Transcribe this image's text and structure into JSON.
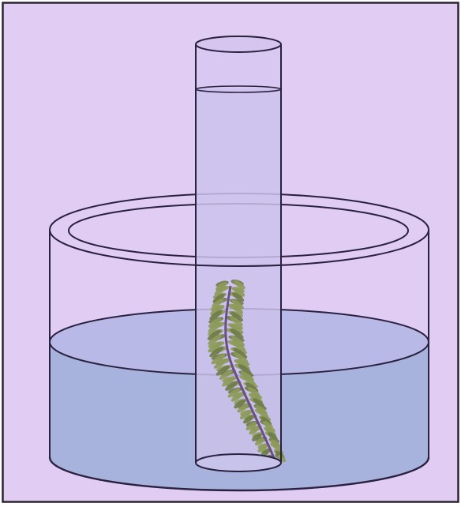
{
  "diagram": {
    "subject": "aquatic-plant-in-inverted-test-tube-in-water-container",
    "components": [
      "outer-frame",
      "beaker",
      "beaker-water",
      "test-tube",
      "trapped-gas",
      "tube-water",
      "waterweed-plant"
    ],
    "colors": {
      "background": "#e1cdf3",
      "frame": "#2a2530",
      "outline": "#2a2140",
      "water": "#a8b3dd",
      "water_surface": "#b8b9e6",
      "tube_fill": "#cbc2eb",
      "tube_gas": "#d9c8f1",
      "leaf": "#8d9a5a",
      "leaf_dark": "#6f7b47",
      "stem": "#6a4f86"
    }
  }
}
